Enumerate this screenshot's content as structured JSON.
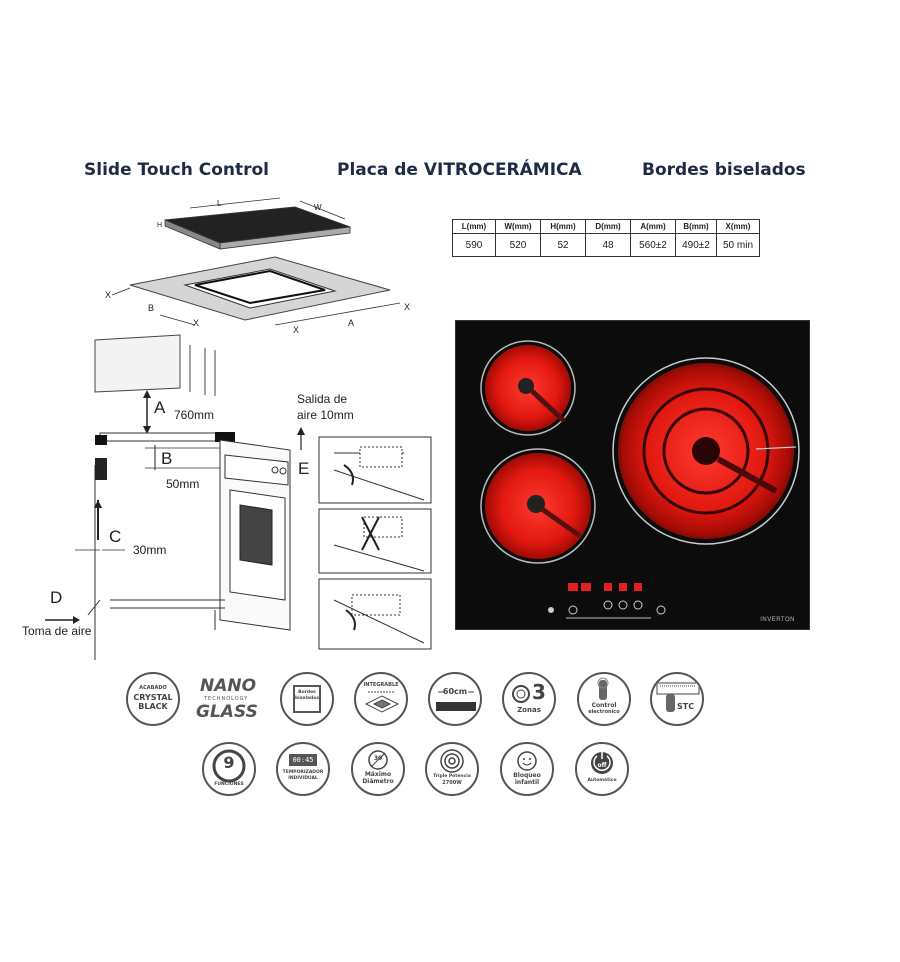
{
  "headers": {
    "left": "Slide Touch Control",
    "center": "Placa de VITROCERÁMICA",
    "right": "Bordes biselados"
  },
  "spec_table": {
    "columns": [
      "L(mm)",
      "W(mm)",
      "H(mm)",
      "D(mm)",
      "A(mm)",
      "B(mm)",
      "X(mm)"
    ],
    "values": [
      "590",
      "520",
      "52",
      "48",
      "560±2",
      "490±2",
      "50 min"
    ]
  },
  "diagram": {
    "top_labels": {
      "L": "L",
      "W": "W",
      "H": "H",
      "X": "X",
      "A": "A",
      "B": "B"
    },
    "A": "A",
    "A_value": "760mm",
    "B": "B",
    "B_value": "50mm",
    "C": "C",
    "C_value": "30mm",
    "D": "D",
    "D_text": "Toma de aire",
    "E": "E",
    "E_text_line1": "Salida de",
    "E_text_line2": "aire 10mm"
  },
  "hob": {
    "brand": "INVERTON",
    "display_digits": "88  8  8  8"
  },
  "features_row1": [
    {
      "icon": "crystal-black-icon",
      "l1": "ACABADO",
      "l2": "CRYSTAL",
      "l3": "BLACK"
    },
    {
      "icon": "nano-glass-icon",
      "l1": "NANO",
      "l2": "TECHNOLOGY",
      "l3": "GLASS"
    },
    {
      "icon": "bevelled-edges-icon",
      "l1": "Bordes",
      "l2": "biselados"
    },
    {
      "icon": "integrable-icon",
      "l1": "INTEGRABLE"
    },
    {
      "icon": "width-60cm-icon",
      "l1": "60cm"
    },
    {
      "icon": "three-zones-icon",
      "l1": "3",
      "l2": "Zonas"
    },
    {
      "icon": "electronic-control-icon",
      "l1": "Control",
      "l2": "electrónico"
    },
    {
      "icon": "slide-touch-icon",
      "l1": "STC"
    }
  ],
  "features_row2": [
    {
      "icon": "nine-functions-icon",
      "l1": "9",
      "l2": "FUNCIONES"
    },
    {
      "icon": "timer-icon",
      "l1": "00:45",
      "l2": "TEMPORIZADOR",
      "l3": "INDIVIDUAL"
    },
    {
      "icon": "max-diameter-icon",
      "l1": "30",
      "l2": "Máximo",
      "l3": "Diámetro"
    },
    {
      "icon": "triple-power-icon",
      "l1": "Triple Potencia",
      "l2": "2700W"
    },
    {
      "icon": "child-lock-icon",
      "l1": "Bloqueo",
      "l2": "infantil"
    },
    {
      "icon": "auto-off-icon",
      "l1": "off",
      "l2": "Automático"
    }
  ]
}
